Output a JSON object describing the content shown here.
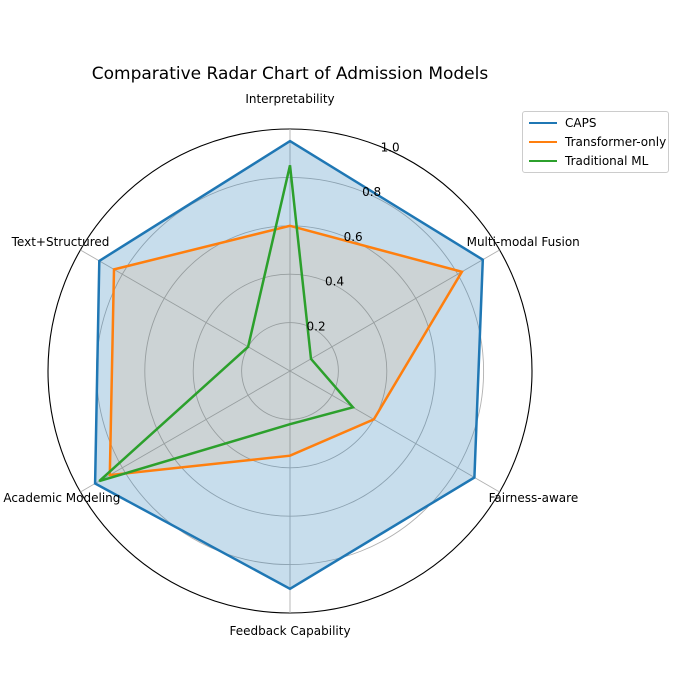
{
  "chart_data": {
    "type": "radar",
    "title": "Comparative Radar Chart of Admission Models",
    "axes": [
      "Interpretability",
      "Multi-modal Fusion",
      "Fairness-aware",
      "Feedback Capability",
      "Academic Modeling",
      "Text+Structured"
    ],
    "rlim": [
      0,
      1.0
    ],
    "r_ticks": [
      0.2,
      0.4,
      0.6,
      0.8,
      1.0
    ],
    "r_tick_labels": [
      "0.2",
      "0.4",
      "0.6",
      "0.8",
      "1.0"
    ],
    "grid": true,
    "legend_position": "upper-right",
    "series": [
      {
        "name": "CAPS",
        "color": "#1f77b4",
        "values": [
          0.95,
          0.92,
          0.88,
          0.9,
          0.93,
          0.91
        ],
        "fill": true,
        "fill_opacity": 0.25
      },
      {
        "name": "Transformer-only",
        "color": "#ff7f0e",
        "values": [
          0.6,
          0.82,
          0.4,
          0.35,
          0.86,
          0.84
        ],
        "fill": true,
        "fill_opacity": 0.1
      },
      {
        "name": "Traditional ML",
        "color": "#2ca02c",
        "values": [
          0.85,
          0.1,
          0.3,
          0.22,
          0.91,
          0.2
        ],
        "fill": false
      }
    ]
  }
}
